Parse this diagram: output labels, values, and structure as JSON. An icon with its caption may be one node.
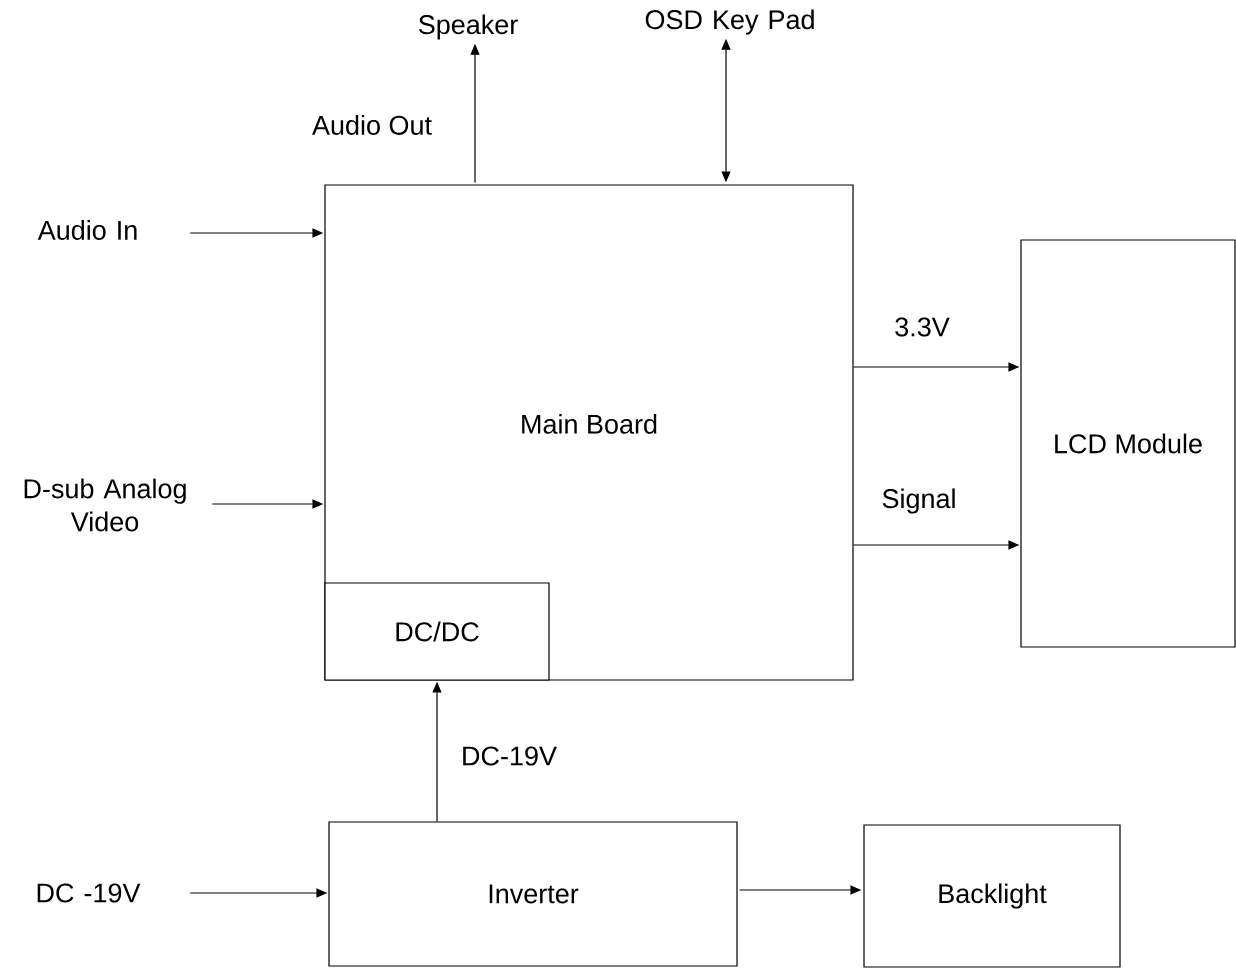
{
  "diagram": {
    "nodes": [
      {
        "text": [
          "Main Board"
        ]
      },
      {
        "text": [
          "DC/DC"
        ],
        "in": 0
      },
      {
        "text": [
          "LCD Module"
        ]
      },
      {
        "text": [
          "Inverter"
        ]
      },
      {
        "text": [
          "Backlight"
        ]
      },
      {
        "text": [
          "Speaker"
        ]
      },
      {
        "text": [
          "OSD Key Pad"
        ]
      },
      {
        "text": [
          "Audio In"
        ]
      },
      {
        "text": [
          "D-sub Analog Video"
        ]
      },
      {
        "text": [
          "DC -19V"
        ]
      }
    ],
    "edges": [
      {
        "from": 0,
        "to": 5,
        "arrow": "to",
        "label": "Audio Out"
      },
      {
        "from": 6,
        "to": 0,
        "arrow": "both"
      },
      {
        "from": 7,
        "to": 0,
        "arrow": "to"
      },
      {
        "from": 8,
        "to": 0,
        "arrow": "to"
      },
      {
        "from": 0,
        "to": 2,
        "arrow": "to",
        "label": "3.3V"
      },
      {
        "from": 0,
        "to": 2,
        "arrow": "to",
        "label": "Signal"
      },
      {
        "from": 9,
        "to": 3,
        "arrow": "to"
      },
      {
        "from": 3,
        "to": 1,
        "arrow": "to",
        "label": "DC-19V"
      },
      {
        "from": 3,
        "to": 4,
        "arrow": "to"
      }
    ]
  }
}
